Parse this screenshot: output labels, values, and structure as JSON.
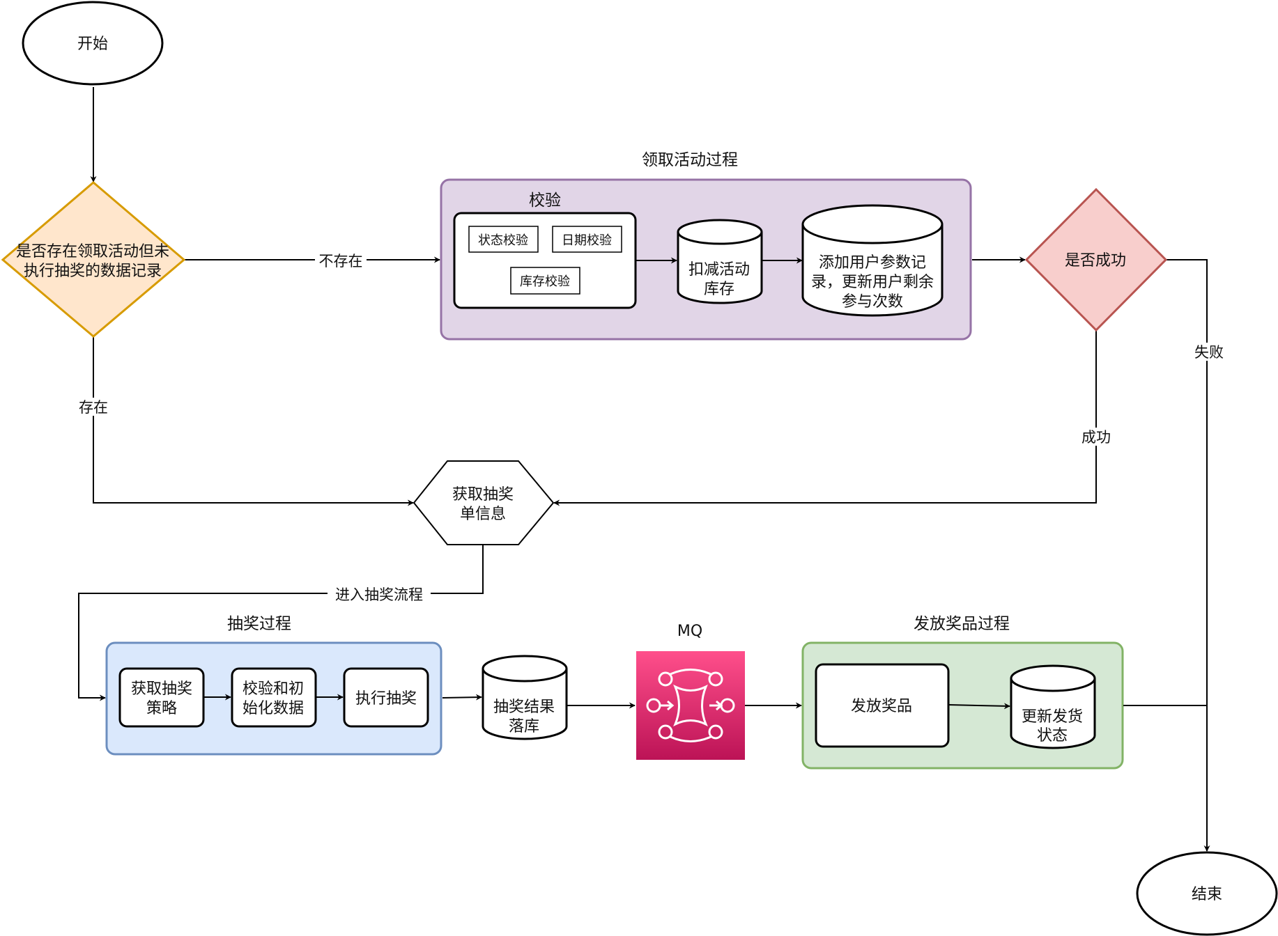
{
  "nodes": {
    "start": "开始",
    "end": "结束",
    "decision_record": [
      "是否存在领取活动但未",
      "执行抽奖的数据记录"
    ],
    "group_claim_title": "领取活动过程",
    "group_check_title": "校验",
    "check_status": "状态校验",
    "check_date": "日期校验",
    "check_stock": "库存校验",
    "deduct_stock": [
      "扣减活动",
      "库存"
    ],
    "add_record": [
      "添加用户参数记",
      "录，更新用户剩余",
      "参与次数"
    ],
    "decision_success": "是否成功",
    "get_order": [
      "获取抽奖",
      "单信息"
    ],
    "group_draw_title": "抽奖过程",
    "get_strategy": [
      "获取抽奖",
      "策略"
    ],
    "verify_init": [
      "校验和初",
      "始化数据"
    ],
    "do_draw": "执行抽奖",
    "draw_result_db": [
      "抽奖结果",
      "落库"
    ],
    "mq_label": "MQ",
    "group_award_title": "发放奖品过程",
    "send_award": "发放奖品",
    "update_ship": [
      "更新发货",
      "状态"
    ]
  },
  "edges": {
    "not_exist": "不存在",
    "exist": "存在",
    "fail": "失败",
    "success": "成功",
    "enter_draw": "进入抽奖流程"
  },
  "colors": {
    "decision_fill": "#ffe6cc",
    "decision_stroke": "#d79b00",
    "success_fill": "#f8cecc",
    "success_stroke": "#b85450",
    "claim_fill": "#e1d5e7",
    "claim_stroke": "#9673a6",
    "draw_fill": "#dae8fc",
    "draw_stroke": "#6c8ebf",
    "award_fill": "#d5e8d4",
    "award_stroke": "#82b366",
    "mq_top": "#ff4f8b",
    "mq_bottom": "#bc1356"
  },
  "icons": {
    "mq": "queue-icon"
  }
}
